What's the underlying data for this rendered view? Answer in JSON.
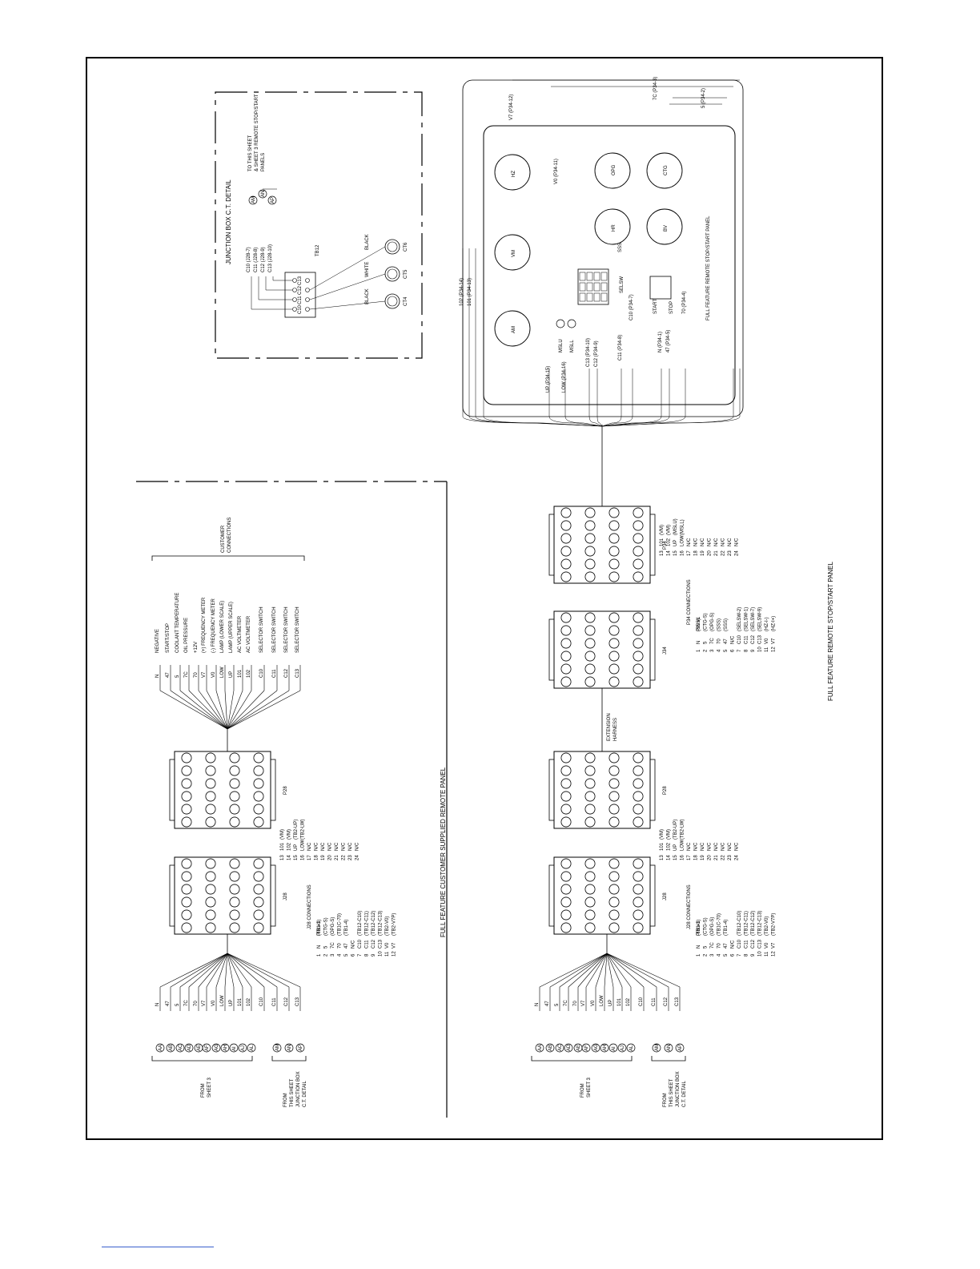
{
  "left_panel": {
    "title": "FULL FEATURE CUSTOMER SUPPLIED REMOTE PANEL",
    "from_sheet3": "FROM\nSHEET 3",
    "from_junction": "FROM\nTHIS SHEET\nJUNCTION BOX\nC.T. DETAIL",
    "customer_connections": "CUSTOMER\nCONNECTIONS",
    "connector_left": "J28",
    "connector_right": "P28",
    "wires": [
      "N",
      "47",
      "5",
      "7C",
      "70",
      "V7",
      "V0",
      "LOW",
      "UP",
      "101",
      "102",
      "C10",
      "C11",
      "C12",
      "C13"
    ],
    "wire_tags": [
      "AA",
      "AB",
      "AC",
      "AD",
      "AE",
      "AF",
      "AG",
      "AH",
      "AI",
      "AJ",
      "AL",
      "AM",
      "AN",
      "AP"
    ],
    "functions": [
      {
        "wire": "N",
        "desc": "NEGATIVE"
      },
      {
        "wire": "47",
        "desc": "START/STOP"
      },
      {
        "wire": "5",
        "desc": "COOLANT TEMPERATURE"
      },
      {
        "wire": "7C",
        "desc": "OIL PRESSURE"
      },
      {
        "wire": "70",
        "desc": "+12V"
      },
      {
        "wire": "V7",
        "desc": "(+) FREQUENCY METER"
      },
      {
        "wire": "V0",
        "desc": "(-) FREQUENCY METER"
      },
      {
        "wire": "LOW",
        "desc": "LAMP (LOWER SCALE)"
      },
      {
        "wire": "UP",
        "desc": "LAMP (UPPER SCALE)"
      },
      {
        "wire": "101",
        "desc": "AC VOLTMETER"
      },
      {
        "wire": "102",
        "desc": "AC VOLTMETER"
      },
      {
        "wire": "C10",
        "desc": "SELECTOR SWITCH"
      },
      {
        "wire": "C11",
        "desc": "SELECTOR SWITCH"
      },
      {
        "wire": "C12",
        "desc": "SELECTOR SWITCH"
      },
      {
        "wire": "C13",
        "desc": "SELECTOR SWITCH"
      }
    ]
  },
  "j28_table": {
    "title": "J28 CONNECTIONS",
    "pin_header": "PIN #1",
    "rows": [
      [
        "1",
        "N",
        "(TB1-3)"
      ],
      [
        "2",
        "5",
        "(CTG-S)"
      ],
      [
        "3",
        "7C",
        "(OPG-S)"
      ],
      [
        "4",
        "70",
        "(TB1C-70)"
      ],
      [
        "5",
        "47",
        "(TB1-4)"
      ],
      [
        "6",
        "N/C",
        ""
      ],
      [
        "7",
        "C10",
        "(TB12-C10)"
      ],
      [
        "8",
        "C11",
        "(TB12-C11)"
      ],
      [
        "9",
        "C12",
        "(TB12-C12)"
      ],
      [
        "10",
        "C13",
        "(TB12-C13)"
      ],
      [
        "11",
        "V0",
        "(TB2-V0)"
      ],
      [
        "12",
        "V7",
        "(TB2-V7P)"
      ]
    ],
    "rows2": [
      [
        "13",
        "101",
        "(VM)"
      ],
      [
        "14",
        "102",
        "(VM)"
      ],
      [
        "15",
        "UP",
        "(TB2-UP)"
      ],
      [
        "16",
        "LOW",
        "(TB2-LW)"
      ],
      [
        "17",
        "N/C",
        ""
      ],
      [
        "18",
        "N/C",
        ""
      ],
      [
        "19",
        "N/C",
        ""
      ],
      [
        "20",
        "N/C",
        ""
      ],
      [
        "21",
        "N/C",
        ""
      ],
      [
        "22",
        "N/C",
        ""
      ],
      [
        "23",
        "N/C",
        ""
      ],
      [
        "24",
        "N/C",
        ""
      ]
    ]
  },
  "p34_table": {
    "title": "P34 CONNECTIONS",
    "rows": [
      [
        "1",
        "N",
        "(SSS)"
      ],
      [
        "2",
        "5",
        "(CTG-S)"
      ],
      [
        "3",
        "7C",
        "(OPG-S)"
      ],
      [
        "4",
        "70",
        "(SSS)"
      ],
      [
        "5",
        "47",
        "(SSS)"
      ],
      [
        "6",
        "N/C",
        ""
      ],
      [
        "7",
        "C10",
        "(SELSW-2)"
      ],
      [
        "8",
        "C11",
        "(SELSW-1)"
      ],
      [
        "9",
        "C12",
        "(SELSW-7)"
      ],
      [
        "10",
        "C13",
        "(SELSW-9)"
      ],
      [
        "11",
        "V0",
        "(HZ-I-)"
      ],
      [
        "12",
        "V7",
        "(HZ-I+)"
      ]
    ],
    "rows2": [
      [
        "13",
        "101",
        "(VM)"
      ],
      [
        "14",
        "102",
        "(VM)"
      ],
      [
        "15",
        "UP",
        "(MSLU)"
      ],
      [
        "16",
        "LOW",
        "(MSLL)"
      ],
      [
        "17",
        "N/C",
        ""
      ],
      [
        "18",
        "N/C",
        ""
      ],
      [
        "19",
        "N/C",
        ""
      ],
      [
        "20",
        "N/C",
        ""
      ],
      [
        "21",
        "N/C",
        ""
      ],
      [
        "22",
        "N/C",
        ""
      ],
      [
        "23",
        "N/C",
        ""
      ],
      [
        "24",
        "N/C",
        ""
      ]
    ]
  },
  "bottom_panel": {
    "title": "FULL FEATURE REMOTE STOP/START PANEL",
    "from_sheet3": "FROM\nSHEET 3",
    "from_junction": "FROM\nTHIS SHEET\nJUNCTION BOX\nC.T. DETAIL",
    "connectors": [
      "J28",
      "P28",
      "J34",
      "P34"
    ],
    "extension": "EXTENSION\nHARNESS"
  },
  "junction_box": {
    "title": "JUNCTION BOX C.T. DETAIL",
    "tb": "TB12",
    "terminals": [
      "C10",
      "C11",
      "C12",
      "C13"
    ],
    "wire_labels": [
      "C10 (J28-7)",
      "C11 (J28-8)",
      "C12 (J28-9)",
      "C13 (J28-10)"
    ],
    "cts": [
      "CT4",
      "CT5",
      "CT6"
    ],
    "colors": [
      "BLACK",
      "WHITE"
    ],
    "to_label": "TO THIS SHEET\n& SHEET 3 REMOTE STOP/START\nPANELS",
    "tags": [
      "AM",
      "AN",
      "AP"
    ]
  },
  "remote_panel": {
    "title": "FULL FEATURE REMOTE STOP/START PANEL",
    "meters": [
      "AM",
      "VM",
      "HZ",
      "HR",
      "BV",
      "OPG",
      "CTG"
    ],
    "switches": [
      "SELSW",
      "SSS",
      "MSLU",
      "MSLL",
      "START",
      "STOP"
    ],
    "labels": [
      "V7 (P34-12)",
      "V0 (P34-11)",
      "7C (P34-3)",
      "5 (P34-2)",
      "102 (P34-14)",
      "101 (P34-13)",
      "UP (P34-15)",
      "LOW (P34-16)",
      "C13 (P34-10)",
      "C12 (P34-9)",
      "C11 (P34-8)",
      "C10 (P34-7)",
      "N (P34-1)",
      "47 (P34-5)",
      "70 (P34-4)"
    ]
  }
}
